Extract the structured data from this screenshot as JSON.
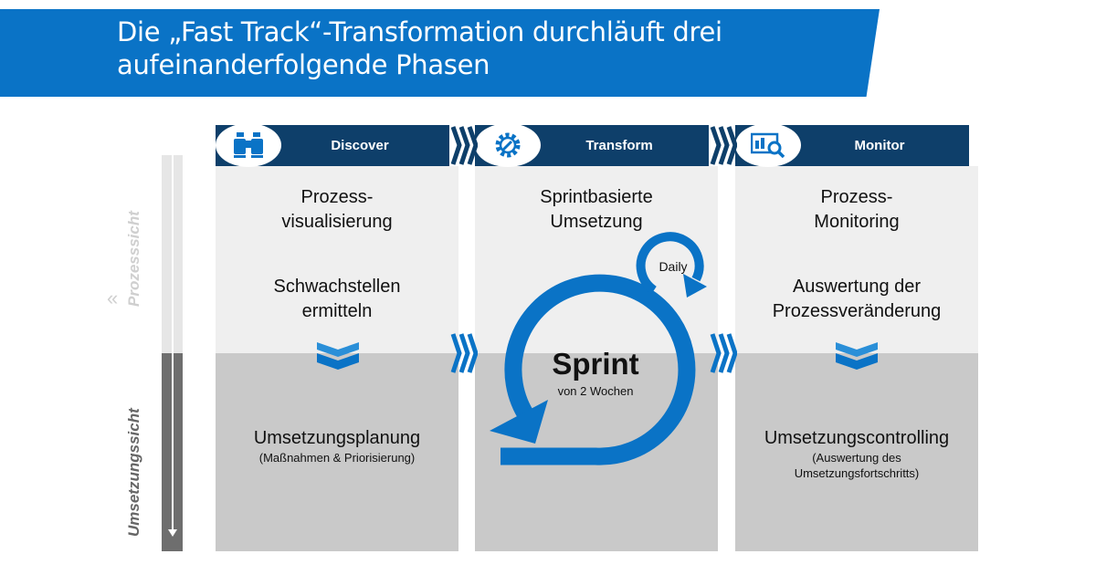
{
  "title": "Die „Fast Track“-Transformation durchläuft drei aufeinanderfolgende Phasen",
  "title_lines": [
    "Die „Fast Track“-Transformation durchläuft drei",
    "aufeinanderfolgende Phasen"
  ],
  "colors": {
    "brand_blue": "#0a73c6",
    "header_navy": "#0e3f6a",
    "light_panel": "#efefef",
    "dark_panel": "#c9c9c9"
  },
  "side": {
    "top_label": "Prozesssicht",
    "bottom_label": "Umsetzungssicht"
  },
  "phases": [
    {
      "name": "Discover",
      "icon": "binoculars-icon",
      "top1": [
        "Prozess-",
        "visualisierung"
      ],
      "top2": [
        "Schwachstellen",
        "ermitteln"
      ],
      "bottom": "Umsetzungsplanung",
      "bottom_sub": [
        "(Maßnahmen & Priorisierung)"
      ]
    },
    {
      "name": "Transform",
      "icon": "gear-wrench-icon",
      "top1": [
        "Sprintbasierte",
        "Umsetzung"
      ],
      "daily": "Daily",
      "sprint": "Sprint",
      "sprint_sub": "von 2 Wochen"
    },
    {
      "name": "Monitor",
      "icon": "monitor-search-icon",
      "top1": [
        "Prozess-",
        "Monitoring"
      ],
      "top2": [
        "Auswertung der",
        "Prozessveränderung"
      ],
      "bottom": "Umsetzungscontrolling",
      "bottom_sub": [
        "(Auswertung des",
        "Umsetzungsfortschritts)"
      ]
    }
  ]
}
